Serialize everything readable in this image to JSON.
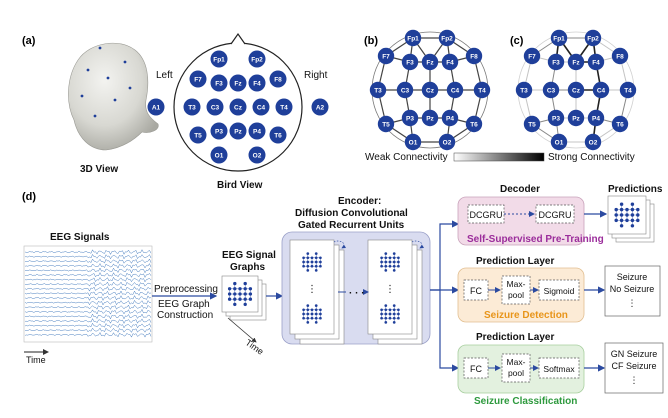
{
  "panels": {
    "a": "(a)",
    "b": "(b)",
    "c": "(c)",
    "d": "(d)"
  },
  "panel_a": {
    "left": "Left",
    "right": "Right",
    "view_3d": "3D View",
    "bird_view": "Bird View",
    "electrodes": [
      "Fp1",
      "Fp2",
      "F7",
      "F3",
      "Fz",
      "F4",
      "F8",
      "A1",
      "T3",
      "C3",
      "Cz",
      "C4",
      "T4",
      "A2",
      "T5",
      "P3",
      "Pz",
      "P4",
      "T6",
      "O1",
      "O2"
    ]
  },
  "panel_bc": {
    "electrodes": [
      "Fp1",
      "Fp2",
      "F7",
      "F3",
      "Fz",
      "F4",
      "F8",
      "T3",
      "C3",
      "Cz",
      "C4",
      "T4",
      "T5",
      "P3",
      "Pz",
      "P4",
      "T6",
      "O1",
      "O2"
    ]
  },
  "legend": {
    "weak": "Weak Connectivity",
    "strong": "Strong Connectivity"
  },
  "panel_d": {
    "eeg_signals": "EEG Signals",
    "time": "Time",
    "preprocessing": "Preprocessing",
    "eeg_graph_construction_1": "EEG Graph",
    "eeg_graph_construction_2": "Construction",
    "eeg_signal_graphs_1": "EEG Signal",
    "eeg_signal_graphs_2": "Graphs",
    "graph_time": "Time",
    "encoder_1": "Encoder:",
    "encoder_2": "Diffusion Convolutional",
    "encoder_3": "Gated Recurrent Units",
    "ellipsis": "· · ·",
    "decoder": {
      "title": "Decoder",
      "cell_1": "DCGRU",
      "cell_2": "DCGRU",
      "caption": "Self-Supervised Pre-Training",
      "color": "#9b2d9b"
    },
    "predictions": "Predictions",
    "detection": {
      "title": "Prediction Layer",
      "fc": "FC",
      "maxpool_1": "Max-",
      "maxpool_2": "pool",
      "activation": "Sigmoid",
      "caption": "Seizure Detection",
      "color": "#e8951a",
      "outputs": [
        "Seizure",
        "No Seizure",
        "⋮"
      ]
    },
    "classification": {
      "title": "Prediction Layer",
      "fc": "FC",
      "maxpool_1": "Max-",
      "maxpool_2": "pool",
      "activation": "Softmax",
      "caption": "Seizure Classification",
      "color": "#2e9a3e",
      "outputs": [
        "GN Seizure",
        "CF Seizure",
        "⋮"
      ]
    }
  },
  "colors": {
    "node": "#1f3f9a",
    "encoder_bg": "#d9dcf0",
    "decoder_bg": "#f2dbe8",
    "detection_bg": "#fcebd6",
    "classification_bg": "#e3f1df",
    "arrow": "#2b4aa0"
  }
}
